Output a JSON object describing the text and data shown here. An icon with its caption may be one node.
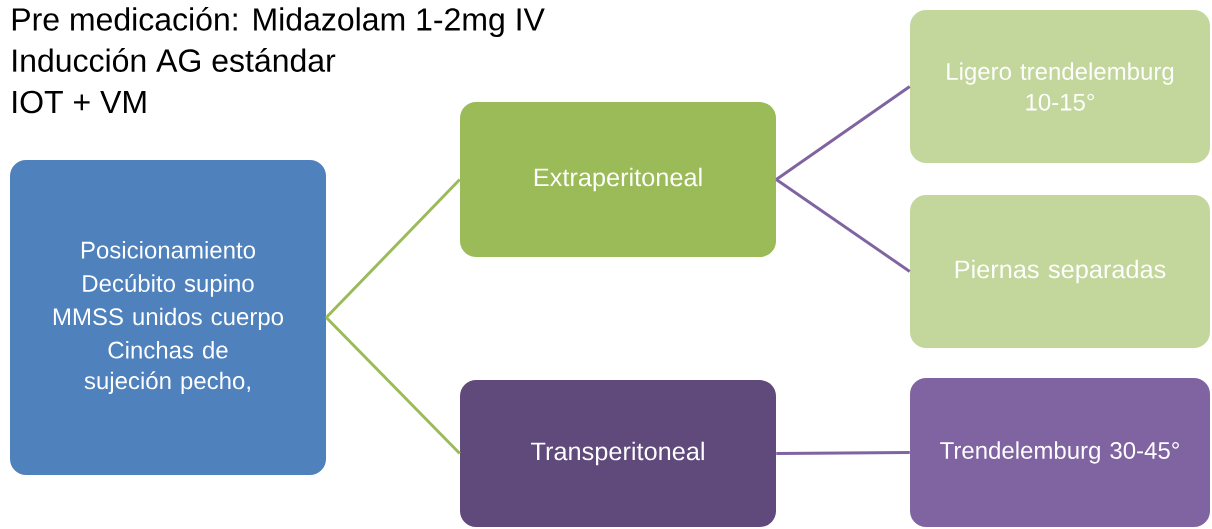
{
  "diagram": {
    "nodes": [
      {
        "text": [
          "Posicionamiento",
          "Decúbito supino",
          "MMSS unidos cuerpo",
          "Cinchas de sujeción pecho,"
        ]
      },
      {
        "text": [
          "Extraperitoneal"
        ]
      },
      {
        "text": [
          "Transperitoneal"
        ]
      },
      {
        "text": [
          "Ligero trendelemburg 10-15°"
        ]
      },
      {
        "text": [
          "Piernas separadas"
        ]
      },
      {
        "text": [
          "Trendelemburg 30-45°"
        ]
      }
    ],
    "edges": [
      {
        "from": 0,
        "to": 1,
        "arrow": "none",
        "color": "#9bbb59"
      },
      {
        "from": 0,
        "to": 2,
        "arrow": "none",
        "color": "#9bbb59"
      },
      {
        "from": 1,
        "to": 3,
        "arrow": "none"
      },
      {
        "from": 1,
        "to": 4,
        "arrow": "none"
      },
      {
        "from": 2,
        "to": 5,
        "arrow": "none"
      }
    ],
    "labels": [
      "Pre medicación: Midazolam 1-2mg IV",
      "Inducción AG estándar",
      "IOT + VM"
    ]
  }
}
